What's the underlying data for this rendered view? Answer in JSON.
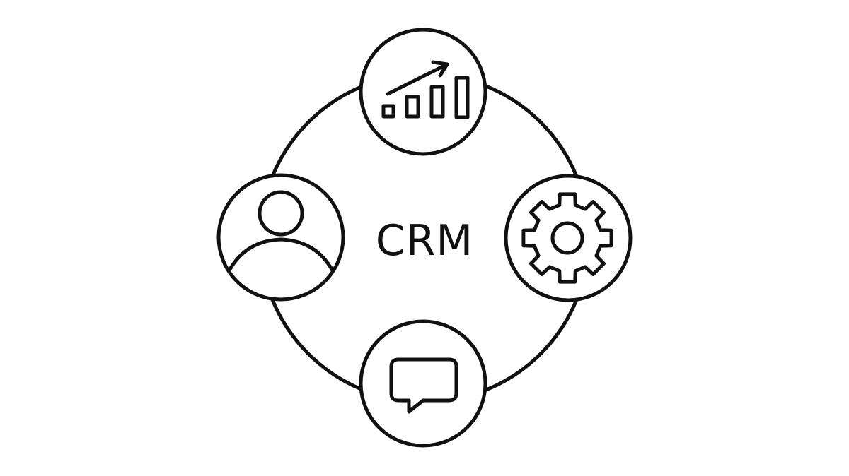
{
  "diagram": {
    "center_label": "CRM",
    "nodes": [
      {
        "id": "analytics",
        "icon": "bar-chart-growth-icon"
      },
      {
        "id": "settings",
        "icon": "gear-icon"
      },
      {
        "id": "communication",
        "icon": "chat-bubble-icon"
      },
      {
        "id": "customer",
        "icon": "user-profile-icon"
      }
    ],
    "colors": {
      "line": "#111111",
      "background": "#ffffff"
    }
  }
}
